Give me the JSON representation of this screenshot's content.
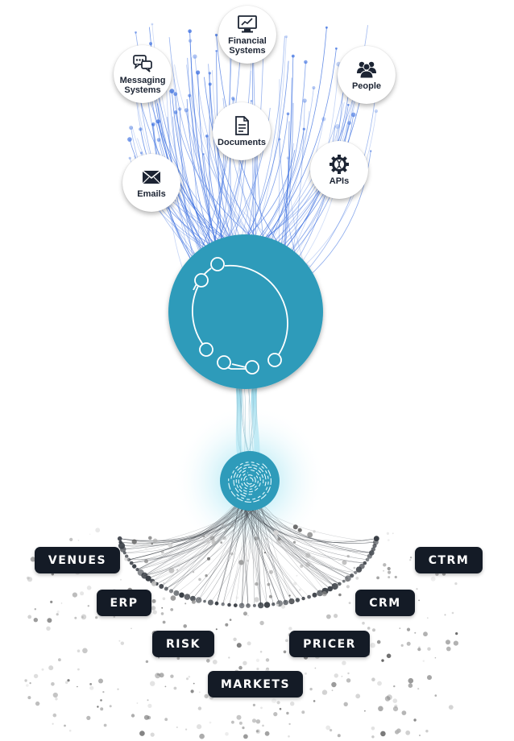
{
  "sources": [
    {
      "id": "financial",
      "label": "Financial\nSystems",
      "icon": "chart-monitor-icon"
    },
    {
      "id": "messaging",
      "label": "Messaging\nSystems",
      "icon": "chat-bubbles-icon"
    },
    {
      "id": "people",
      "label": "People",
      "icon": "people-group-icon"
    },
    {
      "id": "documents",
      "label": "Documents",
      "icon": "document-icon"
    },
    {
      "id": "emails",
      "label": "Emails",
      "icon": "envelope-icon"
    },
    {
      "id": "apis",
      "label": "APIs",
      "icon": "gear-dna-icon"
    }
  ],
  "hub": {
    "icon": "circuit-ring-icon",
    "color": "#2e9bba"
  },
  "processor": {
    "icon": "fingerprint-icon",
    "color": "#2e9bba"
  },
  "outputs": [
    {
      "id": "venues",
      "label": "VENUES"
    },
    {
      "id": "ctrm",
      "label": "CTRM"
    },
    {
      "id": "erp",
      "label": "ERP"
    },
    {
      "id": "crm",
      "label": "CRM"
    },
    {
      "id": "risk",
      "label": "RISK"
    },
    {
      "id": "pricer",
      "label": "PRICER"
    },
    {
      "id": "markets",
      "label": "MARKETS"
    }
  ],
  "colors": {
    "accent": "#2e9bba",
    "line_blue": "#3b6fe0",
    "pill_bg": "#141b26",
    "dots": "#5a5f66"
  }
}
